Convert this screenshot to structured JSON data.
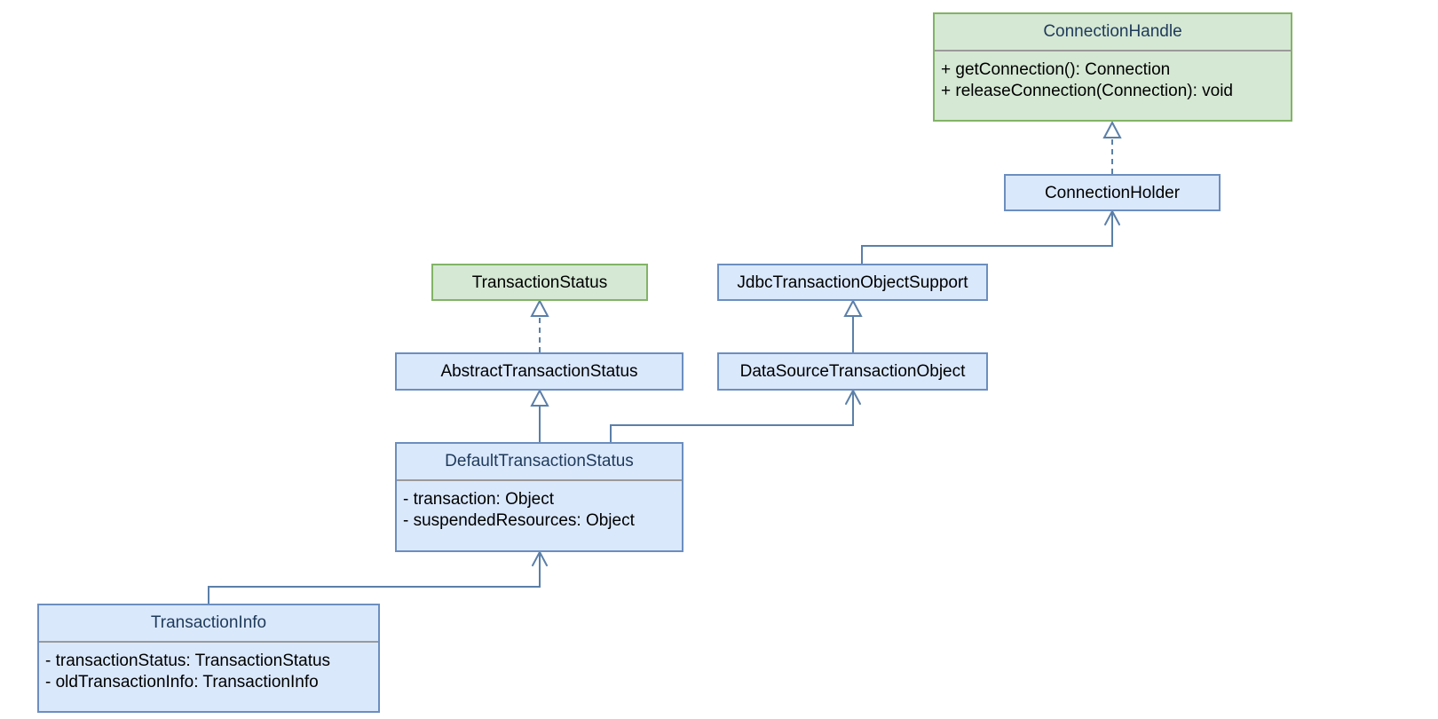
{
  "diagram": {
    "classes": {
      "connection_handle": {
        "name": "ConnectionHandle",
        "kind": "interface",
        "members": [
          "+ getConnection(): Connection",
          "+ releaseConnection(Connection): void"
        ]
      },
      "connection_holder": {
        "name": "ConnectionHolder",
        "kind": "class"
      },
      "transaction_status": {
        "name": "TransactionStatus",
        "kind": "interface"
      },
      "jdbc_transaction_object_support": {
        "name": "JdbcTransactionObjectSupport",
        "kind": "class"
      },
      "abstract_transaction_status": {
        "name": "AbstractTransactionStatus",
        "kind": "class"
      },
      "datasource_transaction_object": {
        "name": "DataSourceTransactionObject",
        "kind": "class"
      },
      "default_transaction_status": {
        "name": "DefaultTransactionStatus",
        "kind": "class",
        "members": [
          "- transaction: Object",
          "- suspendedResources: Object"
        ]
      },
      "transaction_info": {
        "name": "TransactionInfo",
        "kind": "class",
        "members": [
          "- transactionStatus: TransactionStatus",
          "- oldTransactionInfo: TransactionInfo"
        ]
      }
    },
    "relationships": [
      {
        "from": "ConnectionHolder",
        "to": "ConnectionHandle",
        "type": "realization"
      },
      {
        "from": "JdbcTransactionObjectSupport",
        "to": "ConnectionHolder",
        "type": "association"
      },
      {
        "from": "DataSourceTransactionObject",
        "to": "JdbcTransactionObjectSupport",
        "type": "generalization"
      },
      {
        "from": "AbstractTransactionStatus",
        "to": "TransactionStatus",
        "type": "realization"
      },
      {
        "from": "DefaultTransactionStatus",
        "to": "AbstractTransactionStatus",
        "type": "generalization"
      },
      {
        "from": "DefaultTransactionStatus",
        "to": "DataSourceTransactionObject",
        "type": "association"
      },
      {
        "from": "TransactionInfo",
        "to": "DefaultTransactionStatus",
        "type": "association"
      }
    ],
    "colors": {
      "class_fill": "#dae8fc",
      "class_border": "#6c8ebf",
      "interface_fill": "#d5e8d4",
      "interface_border": "#82b366",
      "connector": "#5b7fa8"
    }
  }
}
